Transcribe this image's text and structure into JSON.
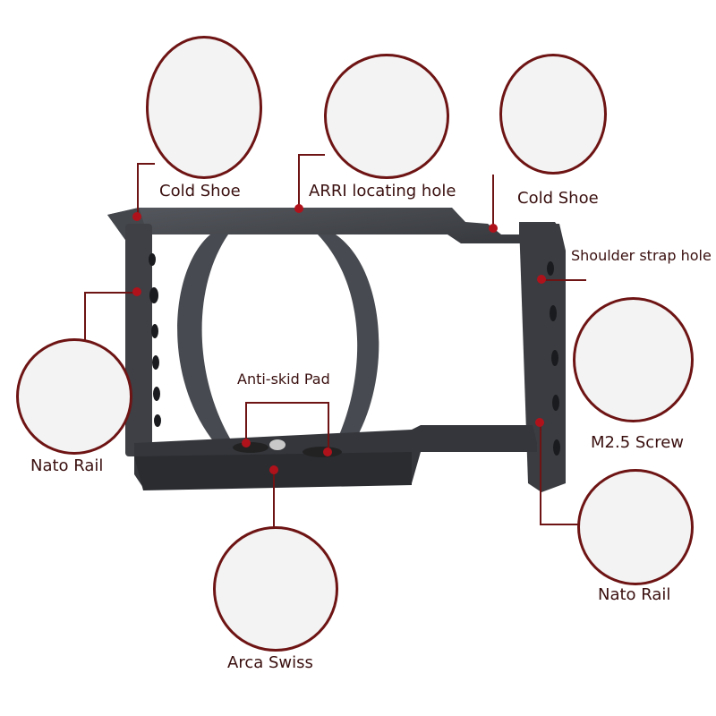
{
  "callouts": {
    "cold_shoe_left": "Cold Shoe",
    "arri_hole": "ARRI locating hole",
    "cold_shoe_right": "Cold Shoe",
    "shoulder_strap": "Shoulder strap hole",
    "nato_left": "Nato Rail",
    "anti_skid": "Anti-skid Pad",
    "m25_screw": "M2.5 Screw",
    "nato_right": "Nato Rail",
    "arca_swiss": "Arca Swiss"
  },
  "colors": {
    "accent": "#6e1414",
    "dot": "#b0121b",
    "metal": "#3b3d42"
  }
}
